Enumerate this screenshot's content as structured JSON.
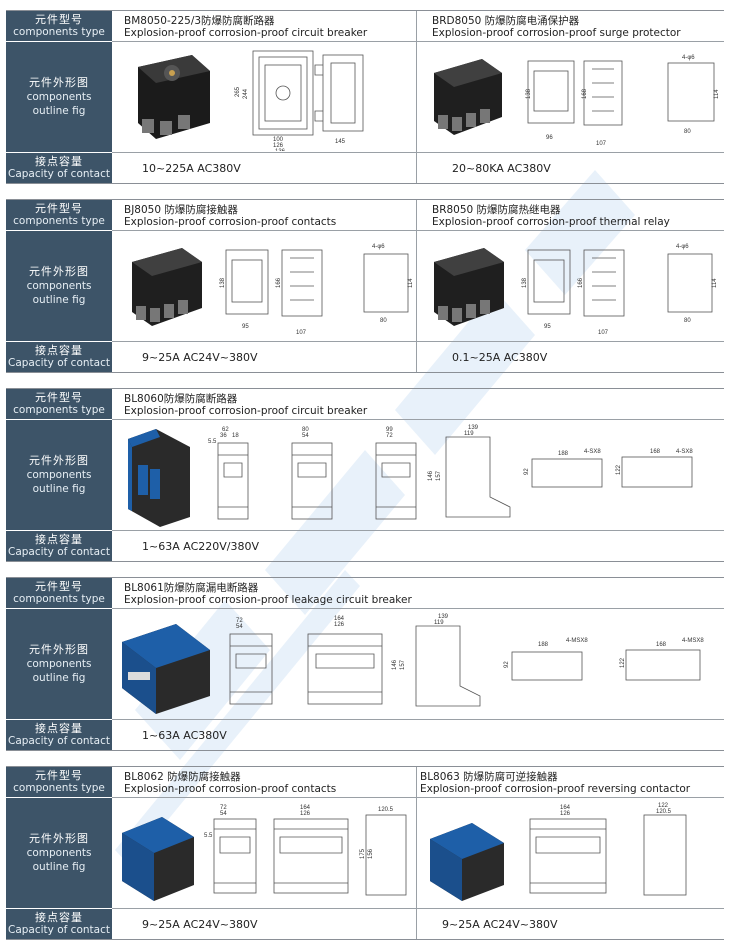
{
  "labels": {
    "type_cn": "元件型号",
    "type_en": "components type",
    "fig_cn": "元件外形图",
    "fig_en1": "components",
    "fig_en2": "outline fig",
    "cap_cn": "接点容量",
    "cap_en": "Capacity of contact"
  },
  "blocks": [
    {
      "items": [
        {
          "title_cn": "BM8050-225/3防爆防腐断路器",
          "title_en": "Explosion-proof corrosion-proof circuit breaker",
          "capacity": "10~225A AC380V"
        },
        {
          "title_cn": "BRD8050 防爆防腐电涌保护器",
          "title_en": "Explosion-proof corrosion-proof surge protector",
          "capacity": "20~80KA AC380V"
        }
      ]
    },
    {
      "items": [
        {
          "title_cn": "BJ8050 防爆防腐接触器",
          "title_en": "Explosion-proof corrosion-proof contacts",
          "capacity": "9~25A AC24V~380V"
        },
        {
          "title_cn": "BR8050 防爆防腐热继电器",
          "title_en": "Explosion-proof corrosion-proof thermal relay",
          "capacity": "0.1~25A AC380V"
        }
      ]
    },
    {
      "items": [
        {
          "title_cn": "BL8060防爆防腐断路器",
          "title_en": "Explosion-proof corrosion-proof circuit breaker",
          "capacity": "1~63A AC220V/380V"
        }
      ]
    },
    {
      "items": [
        {
          "title_cn": "BL8061防爆防腐漏电断路器",
          "title_en": "Explosion-proof corrosion-proof leakage circuit breaker",
          "capacity": "1~63A AC380V"
        }
      ]
    },
    {
      "items": [
        {
          "title_cn": "BL8062 防爆防腐接触器",
          "title_en": "Explosion-proof corrosion-proof contacts",
          "capacity": "9~25A AC24V~380V"
        },
        {
          "title_cn": "BL8063 防爆防腐可逆接触器",
          "title_en": "Explosion-proof corrosion-proof reversing contactor",
          "capacity": "9~25A AC24V~380V"
        }
      ]
    }
  ],
  "dims": {
    "b0": {
      "d1": "265",
      "d2": "244",
      "d3": "100",
      "d4": "126",
      "d5": "136",
      "d6": "145",
      "d7": "4-φ6",
      "d8": "138",
      "d9": "168",
      "d10": "96",
      "d11": "107",
      "d12": "114",
      "d13": "80"
    },
    "b1": {
      "d1": "138",
      "d2": "166",
      "d3": "95",
      "d4": "107",
      "d5": "4-φ6",
      "d6": "114",
      "d7": "80",
      "d8": "138",
      "d9": "166",
      "d10": "95",
      "d11": "107",
      "d12": "4-φ6",
      "d13": "114",
      "d14": "80"
    },
    "b2": {
      "d1": "62",
      "d2": "36",
      "d3": "18",
      "d4": "5.5",
      "d5": "80",
      "d6": "54",
      "d7": "99",
      "d8": "72",
      "d9": "139",
      "d10": "119",
      "d11": "188",
      "d12": "4-SX8",
      "d13": "168",
      "d14": "4-SX8",
      "d15": "92",
      "d16": "122",
      "d17": "146",
      "d18": "157"
    },
    "b3": {
      "d1": "72",
      "d2": "54",
      "d3": "164",
      "d4": "126",
      "d5": "139",
      "d6": "119",
      "d7": "188",
      "d8": "4-MSX8",
      "d9": "168",
      "d10": "4-MSX8",
      "d11": "92",
      "d12": "122",
      "d13": "146",
      "d14": "157"
    },
    "b4": {
      "d1": "72",
      "d2": "54",
      "d3": "164",
      "d4": "126",
      "d5": "120.5",
      "d6": "164",
      "d7": "126",
      "d8": "122",
      "d9": "120.5",
      "d10": "175",
      "d11": "156",
      "d12": "5.5"
    }
  }
}
